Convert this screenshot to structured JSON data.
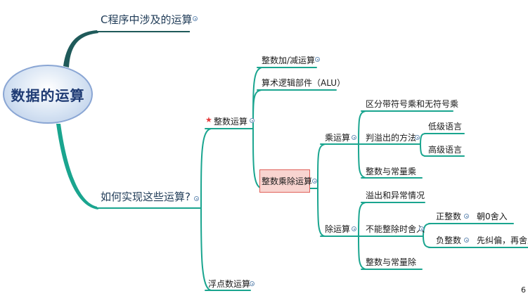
{
  "root": {
    "label": "数据的运算"
  },
  "branches": {
    "c_ops": "C程序中涉及的运算",
    "how": "如何实现这些运算?"
  },
  "int_ops": {
    "label": "整数运算",
    "add_sub": "整数加/减运算",
    "alu": "算术逻辑部件（ALU）",
    "muldiv": "整数乘除运算"
  },
  "float_ops": {
    "label": "浮点数运算"
  },
  "mul": {
    "label": "乘运算",
    "signed_unsigned": "区分带符号乘和无符号乘",
    "overflow": "判溢出的方法",
    "low_lang": "低级语言",
    "high_lang": "高级语言",
    "const_mul": "整数与常量乘"
  },
  "div": {
    "label": "除运算",
    "overflow_exc": "溢出和异常情况",
    "round": "不能整除时舍入",
    "pos_int": "正整数",
    "toward_zero": "朝0舍入",
    "neg_int": "负整数",
    "correct_round": "先纠偏，再舍入",
    "const_div": "整数与常量除"
  },
  "page_number": "6",
  "colors": {
    "branch": "#1aa58f",
    "root_branch": "#1f5a5a",
    "highlight": "#f8d4d0",
    "star": "#e53b3b"
  }
}
